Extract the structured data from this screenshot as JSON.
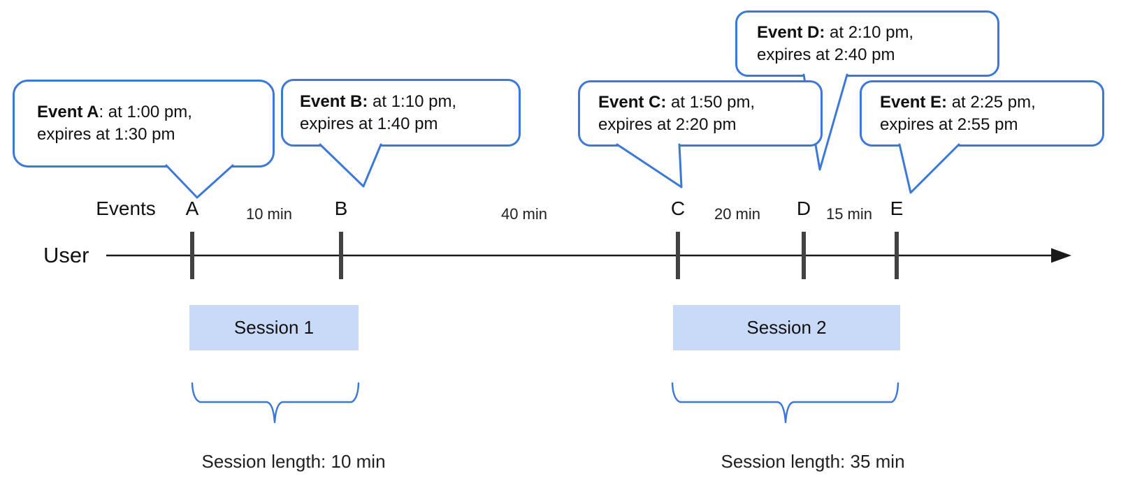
{
  "diagram": {
    "axis": {
      "events_label": "Events",
      "user_label": "User"
    },
    "events": [
      {
        "letter": "A",
        "line1_bold": "Event A",
        "line1_rest": ": at 1:00 pm,",
        "line2": "expires at 1:30 pm"
      },
      {
        "letter": "B",
        "line1_bold": "Event B:",
        "line1_rest": " at 1:10 pm,",
        "line2": "expires at 1:40 pm"
      },
      {
        "letter": "C",
        "line1_bold": "Event C:",
        "line1_rest": " at 1:50 pm,",
        "line2": "expires at 2:20 pm"
      },
      {
        "letter": "D",
        "line1_bold": "Event D:",
        "line1_rest": " at 2:10 pm,",
        "line2": "expires at 2:40 pm"
      },
      {
        "letter": "E",
        "line1_bold": "Event E:",
        "line1_rest": " at 2:25 pm,",
        "line2": "expires at 2:55 pm"
      }
    ],
    "intervals": [
      {
        "label": "10 min"
      },
      {
        "label": "40 min"
      },
      {
        "label": "20 min"
      },
      {
        "label": "15 min"
      }
    ],
    "sessions": [
      {
        "label": "Session 1",
        "length_label": "Session length: 10 min"
      },
      {
        "label": "Session 2",
        "length_label": "Session length: 35 min"
      }
    ],
    "colors": {
      "accent_blue": "#3c78d8",
      "session_fill": "#c9daf8",
      "tick_gray": "#424242",
      "line_black": "#1a1a1a"
    }
  }
}
